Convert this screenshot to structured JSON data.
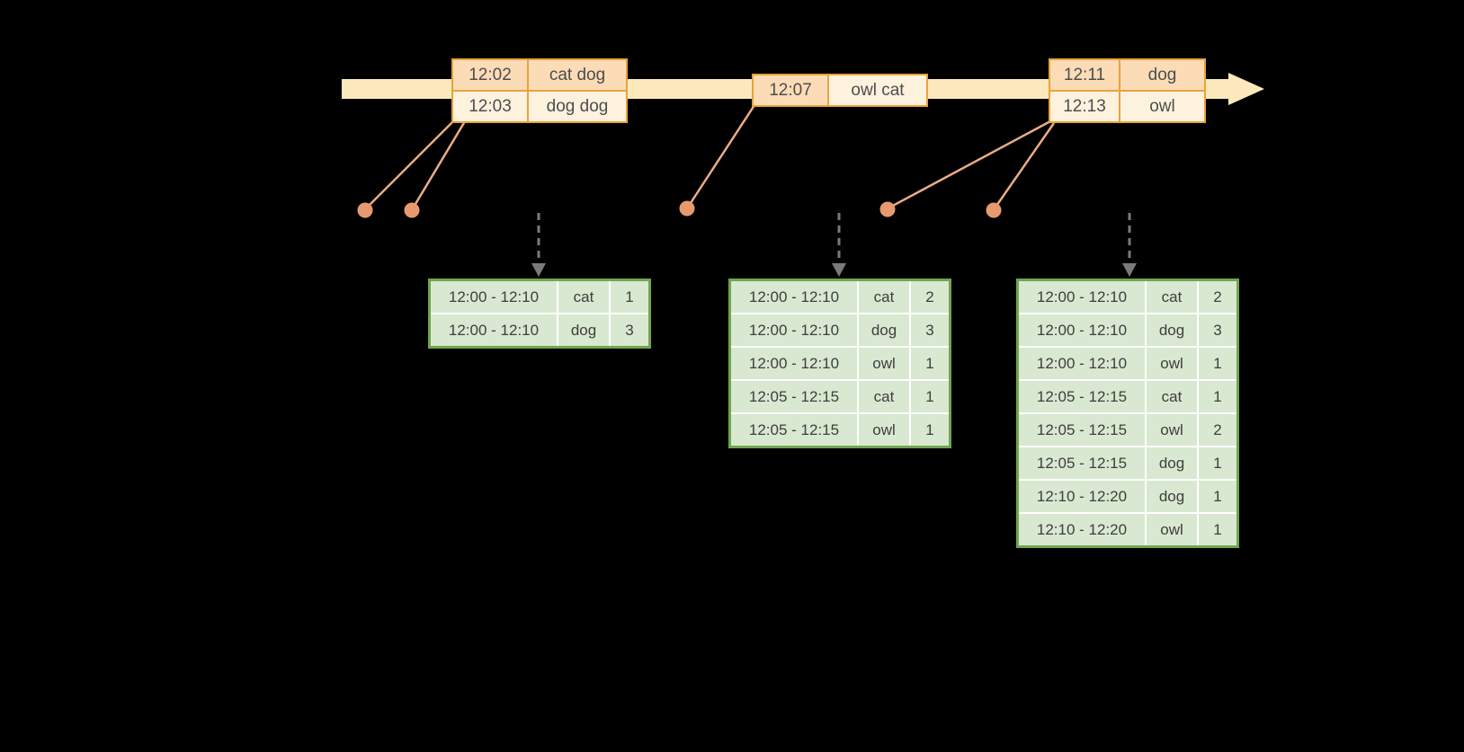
{
  "colors": {
    "background": "#000000",
    "timeline_arrow": "#FBE9BD",
    "event_table_border": "#E9A23B",
    "event_row_peach": "#FBDCB7",
    "event_row_cream": "#FDF2DE",
    "connector_line": "#EBAD85",
    "event_dot": "#E89A6E",
    "trigger_arrow": "#7a7a7a",
    "result_table_border": "#70A64F",
    "result_cell_bg": "#D9E8D0",
    "table_text": "#3e3e3e"
  },
  "event_tables": [
    {
      "name": "events-around-12-02",
      "rows": [
        {
          "time": "12:02",
          "words": "cat dog",
          "tone": "peach"
        },
        {
          "time": "12:03",
          "words": "dog dog",
          "tone": "cream"
        }
      ]
    },
    {
      "name": "events-around-12-07",
      "rows": [
        {
          "time": "12:07",
          "words": "owl cat",
          "tone": "split"
        }
      ]
    },
    {
      "name": "events-around-12-11",
      "rows": [
        {
          "time": "12:11",
          "words": "dog",
          "tone": "peach"
        },
        {
          "time": "12:13",
          "words": "owl",
          "tone": "cream"
        }
      ]
    }
  ],
  "result_tables": [
    {
      "name": "result-table-1",
      "rows": [
        [
          "12:00 - 12:10",
          "cat",
          "1"
        ],
        [
          "12:00 - 12:10",
          "dog",
          "3"
        ]
      ]
    },
    {
      "name": "result-table-2",
      "rows": [
        [
          "12:00 - 12:10",
          "cat",
          "2"
        ],
        [
          "12:00 - 12:10",
          "dog",
          "3"
        ],
        [
          "12:00 - 12:10",
          "owl",
          "1"
        ],
        [
          "12:05 - 12:15",
          "cat",
          "1"
        ],
        [
          "12:05 - 12:15",
          "owl",
          "1"
        ]
      ]
    },
    {
      "name": "result-table-3",
      "rows": [
        [
          "12:00 - 12:10",
          "cat",
          "2"
        ],
        [
          "12:00 - 12:10",
          "dog",
          "3"
        ],
        [
          "12:00 - 12:10",
          "owl",
          "1"
        ],
        [
          "12:05 - 12:15",
          "cat",
          "1"
        ],
        [
          "12:05 - 12:15",
          "owl",
          "2"
        ],
        [
          "12:05 - 12:15",
          "dog",
          "1"
        ],
        [
          "12:10 - 12:20",
          "dog",
          "1"
        ],
        [
          "12:10 - 12:20",
          "owl",
          "1"
        ]
      ]
    }
  ]
}
